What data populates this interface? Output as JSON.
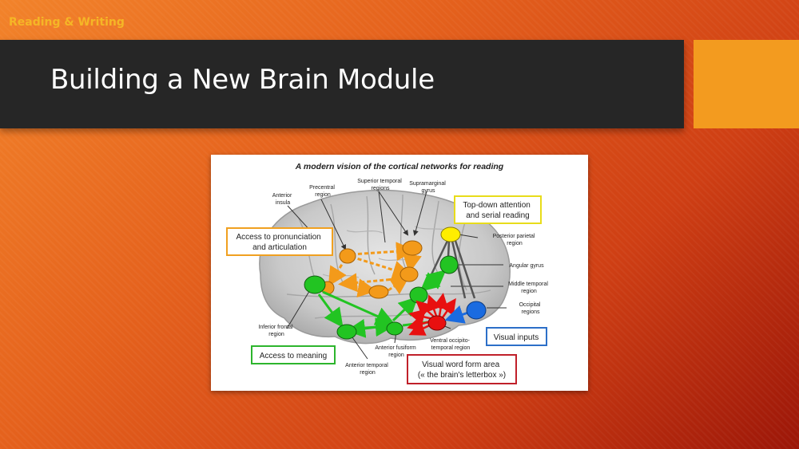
{
  "slide": {
    "section_label": "Reading & Writing",
    "title": "Building a New Brain Module"
  },
  "figure": {
    "title": "A modern vision of the cortical networks for reading",
    "region_labels": {
      "anterior_insula": [
        "Anterior",
        "insula"
      ],
      "precentral": [
        "Precentral",
        "region"
      ],
      "superior_temporal": [
        "Superior temporal",
        "regions"
      ],
      "supramarginal": [
        "Supramarginal",
        "gyrus"
      ],
      "posterior_parietal": [
        "Posterior parietal",
        "region"
      ],
      "angular_gyrus": [
        "Angular gyrus"
      ],
      "middle_temporal": [
        "Middle temporal",
        "region"
      ],
      "occipital": [
        "Occipital",
        "regions"
      ],
      "ventral_occipito_temporal": [
        "Ventral occipito-",
        "temporal region"
      ],
      "anterior_fusiform": [
        "Anterior fusiform",
        "region"
      ],
      "anterior_temporal": [
        "Anterior temporal",
        "region"
      ],
      "inferior_frontal": [
        "Inferior frontal",
        "region"
      ]
    },
    "boxes": {
      "pronunciation": [
        "Access to pronunciation",
        "and articulation"
      ],
      "attention": [
        "Top-down attention",
        "and serial reading"
      ],
      "meaning": [
        "Access to meaning"
      ],
      "visual_inputs": [
        "Visual inputs"
      ],
      "vwfa": [
        "Visual word form area",
        "(« the brain's letterbox »)"
      ]
    },
    "colors": {
      "orange_nodes": "#f39a1a",
      "green_nodes": "#22c422",
      "yellow_node": "#ffee00",
      "red_node": "#e81010",
      "blue_node": "#1a6be0",
      "pronunciation_border": "#f0a020",
      "attention_border": "#e8dc1a",
      "meaning_border": "#2db52d",
      "visual_inputs_border": "#2c6fc8",
      "vwfa_border": "#c0202a"
    }
  }
}
